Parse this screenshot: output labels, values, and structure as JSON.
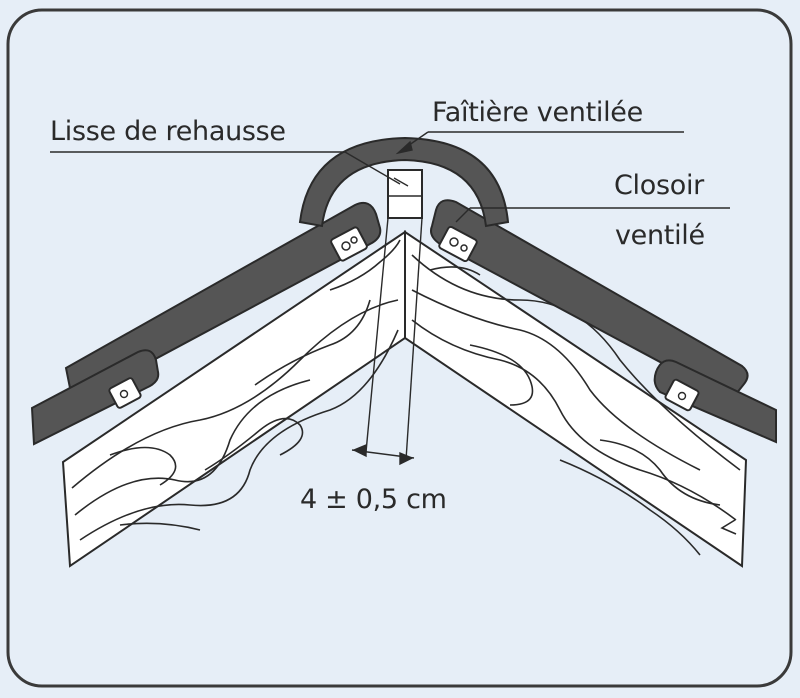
{
  "labels": {
    "lisse": "Lisse de rehausse",
    "faitiere": "Faîtière ventilée",
    "closoir_line1": "Closoir",
    "closoir_line2": "ventilé",
    "dimension": "4 ± 0,5 cm"
  },
  "colors": {
    "background": "#e6eef7",
    "tile": "#555555",
    "outline": "#2a2a2a",
    "wood": "#ffffff"
  }
}
